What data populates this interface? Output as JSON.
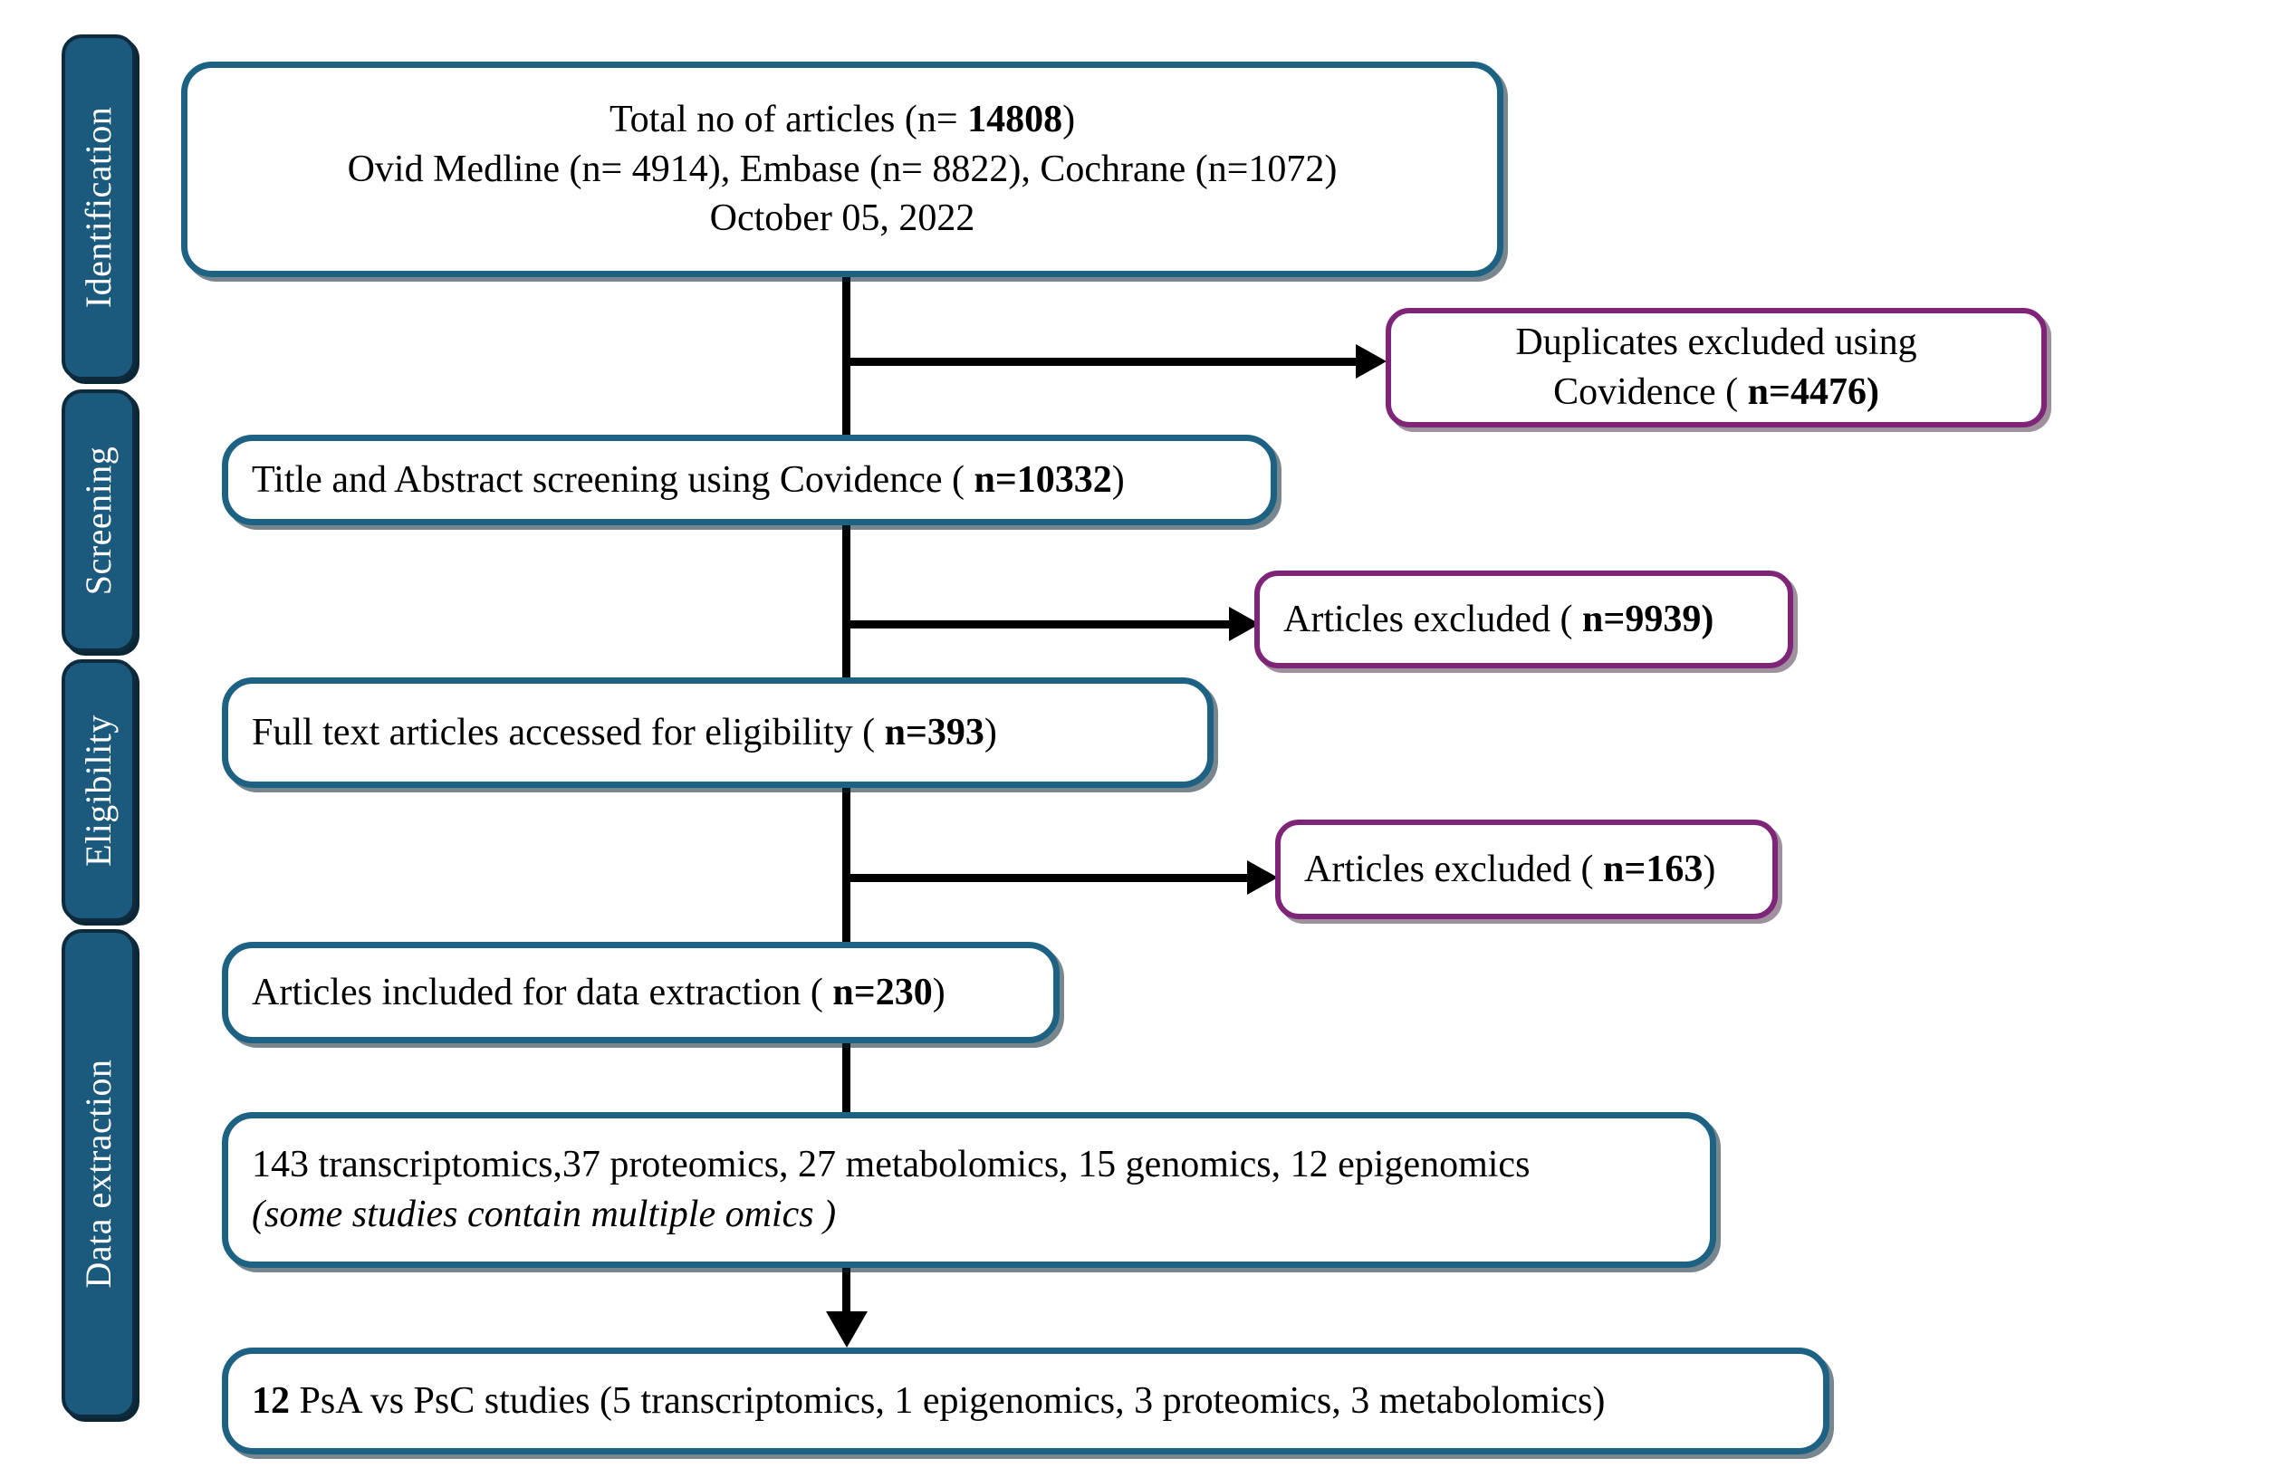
{
  "diagram": {
    "type": "prisma-flow-diagram",
    "colors": {
      "stage_fill": "#1B5A7C",
      "stage_border": "#0E2B3D",
      "stage_text": "#FFFFFF",
      "flow_box_border": "#1D6283",
      "excluded_box_border": "#7E2578",
      "connector": "#000000",
      "background": "#FFFFFF"
    }
  },
  "stages": [
    {
      "label": "Identification"
    },
    {
      "label": "Screening"
    },
    {
      "label": "Eligibility"
    },
    {
      "label": "Data extraction"
    }
  ],
  "flow": {
    "identification": {
      "line1_prefix": "Total no of articles (n= ",
      "line1_count": "14808",
      "line1_suffix": ")",
      "line2": "Ovid Medline (n= 4914), Embase (n= 8822), Cochrane (n=1072)",
      "line3": "October 05, 2022"
    },
    "screening": {
      "prefix": "Title and Abstract screening using Covidence ( ",
      "count": "n=10332",
      "suffix": ")"
    },
    "eligibility": {
      "prefix": "Full text articles accessed for eligibility ( ",
      "count": "n=393",
      "suffix": ")"
    },
    "data_extraction": {
      "prefix": "Articles included for data extraction ( ",
      "count": "n=230",
      "suffix": ")"
    },
    "omics_breakdown": {
      "line1": "143 transcriptomics,37 proteomics, 27 metabolomics, 15 genomics, 12 epigenomics",
      "line2_italic": "(some studies contain multiple omics )"
    },
    "final": {
      "count": "12",
      "text": " PsA vs PsC studies (5 transcriptomics, 1 epigenomics, 3 proteomics,  3 metabolomics)"
    }
  },
  "exclusions": [
    {
      "line1": "Duplicates excluded using",
      "line2_prefix": "Covidence ( ",
      "line2_count": "n=4476)",
      "line2_suffix": ""
    },
    {
      "line1_prefix": "Articles excluded ( ",
      "line1_count": "n=9939)",
      "line1_suffix": ""
    },
    {
      "line1_prefix": "Articles excluded ( ",
      "line1_count": "n=163",
      "line1_suffix": ")"
    }
  ]
}
